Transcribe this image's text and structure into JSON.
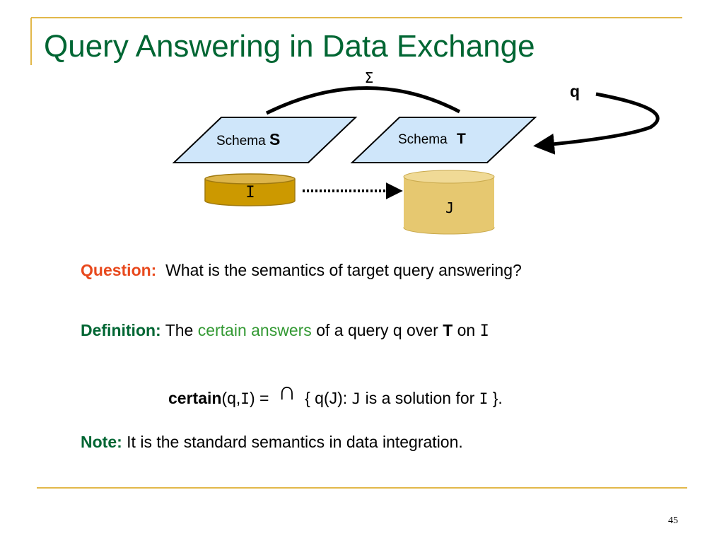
{
  "slide": {
    "title": "Query Answering in Data Exchange",
    "page_number": "45"
  },
  "diagram": {
    "sigma_label": "Σ",
    "query_label": "q",
    "schema_source": {
      "prefix": "Schema",
      "name": "S"
    },
    "schema_target": {
      "prefix": "Schema",
      "name": "T"
    },
    "instance_source_label": "I",
    "instance_target_label": "J"
  },
  "body": {
    "question": {
      "label": "Question:",
      "text": "What is the semantics of target query answering?"
    },
    "definition": {
      "label": "Definition:",
      "text_1": "The",
      "highlight": "certain answers",
      "text_2": "of a query q over",
      "t_name": "T",
      "text_3": "on",
      "i_name": "I"
    },
    "formula": {
      "func": "certain",
      "open": "(q,",
      "arg_i": "I",
      "close_eq": ") =",
      "intersect": "∩",
      "set_open": "{ q(J):",
      "j_name": "J",
      "mid": "is a solution for",
      "i_name": "I",
      "set_close": "}."
    },
    "note": {
      "label": "Note:",
      "text": "It is the standard semantics in data integration."
    }
  },
  "colors": {
    "title": "#006633",
    "accent_gold": "#E2B84A",
    "question_label": "#E8491D",
    "definition_label": "#006633",
    "certain_answers": "#339933",
    "schema_fill": "#CFE6FA",
    "cylinder_i": "#CC9900",
    "cylinder_j": "#E6C870"
  }
}
